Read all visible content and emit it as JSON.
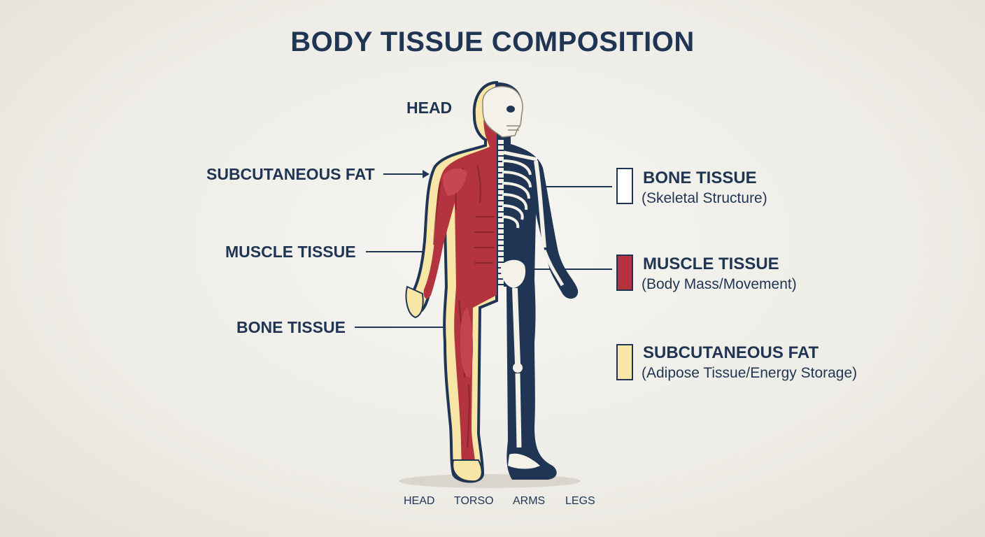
{
  "title": "BODY TISSUE COMPOSITION",
  "left_labels": {
    "head": "HEAD",
    "fat": "SUBCUTANEOUS FAT",
    "muscle": "MUSCLE TISSUE",
    "bone": "BONE TISSUE"
  },
  "legend": [
    {
      "title": "BONE TISSUE",
      "subtitle": "(Skeletal Structure)",
      "color": "#ffffff"
    },
    {
      "title": "MUSCLE TISSUE",
      "subtitle": "(Body Mass/Movement)",
      "color": "#b3343f"
    },
    {
      "title": "SUBCUTANEOUS FAT",
      "subtitle": "(Adipose Tissue/Energy Storage)",
      "color": "#f7e6a6"
    }
  ],
  "bottom_labels": [
    "HEAD",
    "TORSO",
    "ARMS",
    "LEGS"
  ],
  "colors": {
    "navy": "#1f3553",
    "muscle": "#b3343f",
    "fat": "#f7e6a6",
    "bone": "#f4f1e8"
  }
}
